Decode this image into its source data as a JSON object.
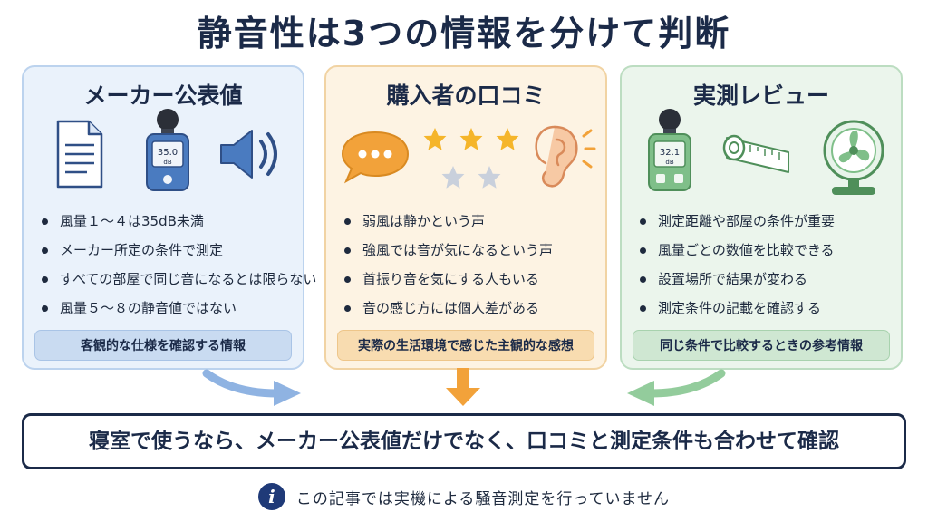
{
  "title": "静音性は3つの情報を分けて判断",
  "cards": [
    {
      "title": "メーカー公表値",
      "meter_value": "35.0",
      "meter_unit": "dB",
      "bullets": [
        "風量１～４は35dB未満",
        "メーカー所定の条件で測定",
        "すべての部屋で同じ音になるとは限らない",
        "風量５～８の静音値ではない"
      ],
      "summary": "客観的な仕様を確認する情報",
      "accent": "#4f7fc4",
      "icons": [
        "document-icon",
        "sound-meter-icon",
        "speaker-icon"
      ]
    },
    {
      "title": "購入者の口コミ",
      "bullets": [
        "弱風は静かという声",
        "強風では音が気になるという声",
        "首振り音を気にする人もいる",
        "音の感じ方には個人差がある"
      ],
      "summary": "実際の生活環境で感じた主観的な感想",
      "accent": "#f2a23a",
      "icons": [
        "speech-bubble-icon",
        "star-rating-icon",
        "ear-icon"
      ],
      "rating": {
        "filled": 3,
        "total": 5
      }
    },
    {
      "title": "実測レビュー",
      "meter_value": "32.1",
      "meter_unit": "dB",
      "bullets": [
        "測定距離や部屋の条件が重要",
        "風量ごとの数値を比較できる",
        "設置場所で結果が変わる",
        "測定条件の記載を確認する"
      ],
      "summary": "同じ条件で比較するときの参考情報",
      "accent": "#6fb37a",
      "icons": [
        "sound-meter-icon",
        "tape-measure-icon",
        "circulator-fan-icon"
      ]
    }
  ],
  "conclusion": "寝室で使うなら、メーカー公表値だけでなく、口コミと測定条件も合わせて確認",
  "note": {
    "icon": "info-icon",
    "icon_glyph": "i",
    "text": "この記事では実機による騒音測定を行っていません"
  }
}
